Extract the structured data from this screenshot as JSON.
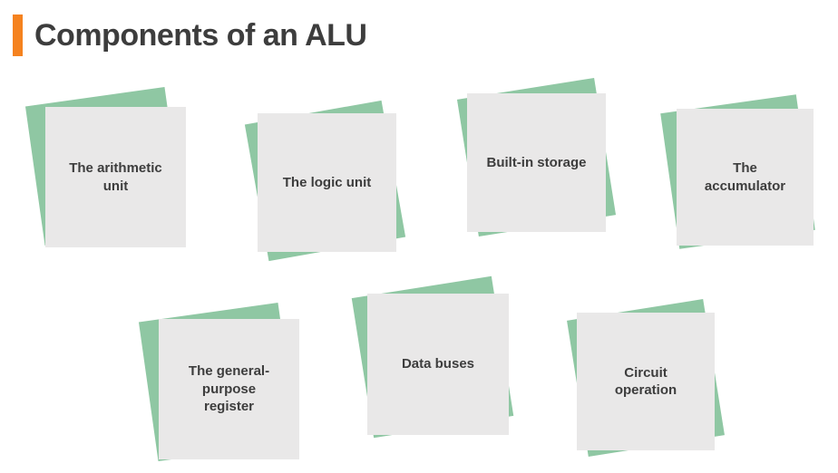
{
  "title": "Components of an ALU",
  "colors": {
    "accent_orange": "#F5821F",
    "note_green": "#8FC7A3",
    "note_gray": "#E9E8E8",
    "text": "#3D3D3D",
    "background": "#FFFFFF"
  },
  "cards": [
    {
      "label": "The arithmetic unit"
    },
    {
      "label": "The logic unit"
    },
    {
      "label": "Built-in storage"
    },
    {
      "label": "The accumulator"
    },
    {
      "label": "The general-purpose register"
    },
    {
      "label": "Data buses"
    },
    {
      "label": "Circuit operation"
    }
  ]
}
